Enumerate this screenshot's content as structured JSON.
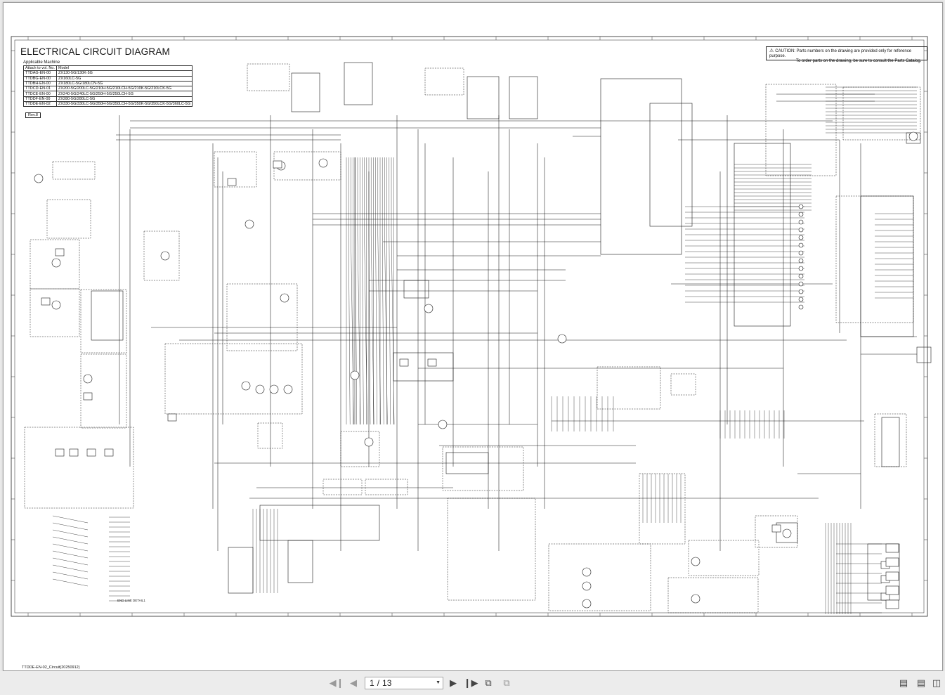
{
  "document": {
    "title": "ELECTRICAL CIRCUIT DIAGRAM",
    "caution_line1": "CAUTION: Parts numbers on the drawing are provided only for reference purpose.",
    "caution_line2": "To order parts on the drawing, be sure to consult the Parts Catalog.",
    "applicable_label": "Applicable Machine",
    "table_header": [
      "Attach to vol. No.",
      "Model"
    ],
    "table_rows": [
      [
        "TTDAG-EN-00",
        "ZX130-5G/130K-5G"
      ],
      [
        "TTDBG-EN-00",
        "ZX160LC-5G"
      ],
      [
        "TTDBH-EN-00",
        "ZX180LC-5G/180LCN-5G"
      ],
      [
        "TTDCD-EN-01",
        "ZX200-5G/200LC-5G/210H-5G/210LCH-5G/210K-5G/210LCK-5G"
      ],
      [
        "TTDCE-EN-00",
        "ZX240-5G/240LC-5G/250H-5G/250LCH-5G"
      ],
      [
        "TTDDF-EN-00",
        "ZX280-5G/280LC-5G"
      ],
      [
        "TTDDE-EN-02",
        "ZX330-5G/330LC-5G/350H-5G/350LCH-5G/350K-5G/350LCK-5G/360LC-5G"
      ]
    ],
    "revision": "Rev.8",
    "end_line_detail": "END LINE DETAIL1",
    "file_label": "TTDDE-EN-02_Circuit(20250912)"
  },
  "toolbar": {
    "current_page": "1",
    "separator": "/",
    "total_pages": "13",
    "icons": [
      "first-page-icon",
      "prev-page-icon",
      "next-page-icon",
      "last-page-icon",
      "go-back-view-icon",
      "go-forward-view-icon",
      "single-page-view-icon",
      "continuous-view-icon",
      "facing-view-icon"
    ]
  }
}
